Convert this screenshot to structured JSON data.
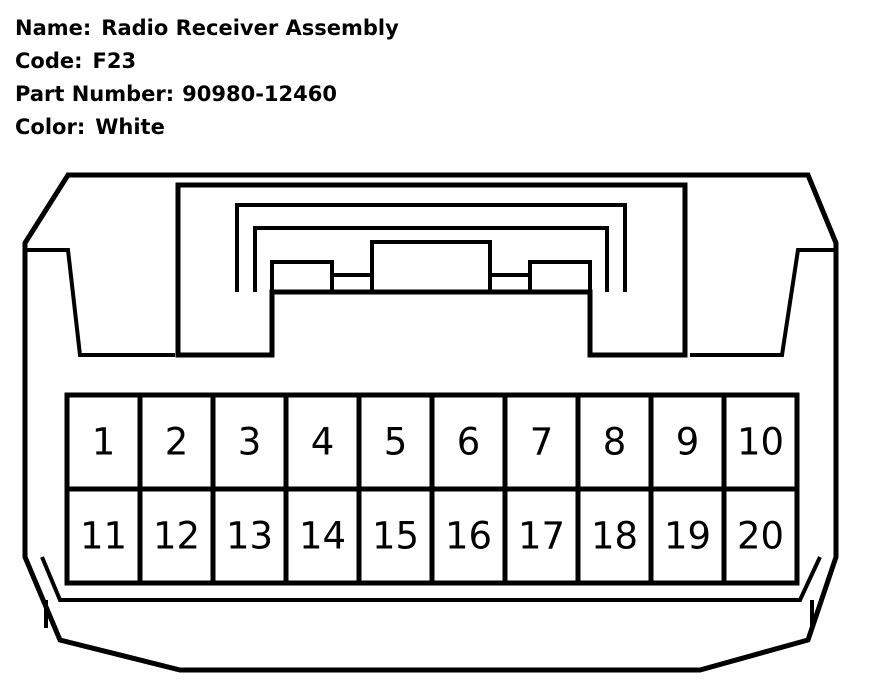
{
  "component": {
    "name_label": "Name:",
    "name_value": "Radio Receiver Assembly",
    "code_label": "Code:",
    "code_value": "F23",
    "part_number_label": "Part Number:",
    "part_number_value": "90980-12460",
    "color_label": "Color:",
    "color_value": "White"
  },
  "pins": {
    "top_row": [
      "1",
      "2",
      "3",
      "4",
      "5",
      "6",
      "7",
      "8",
      "9",
      "10"
    ],
    "bottom_row": [
      "11",
      "12",
      "13",
      "14",
      "15",
      "16",
      "17",
      "18",
      "19",
      "20"
    ]
  }
}
